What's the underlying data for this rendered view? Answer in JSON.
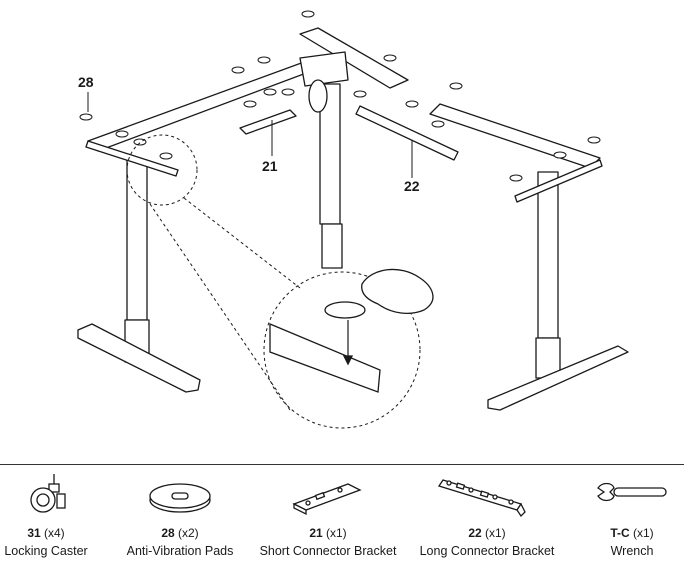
{
  "callouts": {
    "c28": "28",
    "c21": "21",
    "c22": "22"
  },
  "parts": [
    {
      "code": "31",
      "qty": "(x4)",
      "name": "Locking Caster",
      "icon": "caster-icon"
    },
    {
      "code": "28",
      "qty": "(x2)",
      "name": "Anti-Vibration Pads",
      "icon": "pad-icon"
    },
    {
      "code": "21",
      "qty": "(x1)",
      "name": "Short Connector Bracket",
      "icon": "short-bracket-icon"
    },
    {
      "code": "22",
      "qty": "(x1)",
      "name": "Long Connector Bracket",
      "icon": "long-bracket-icon"
    },
    {
      "code": "T-C",
      "qty": "(x1)",
      "name": "Wrench",
      "icon": "wrench-icon"
    }
  ]
}
